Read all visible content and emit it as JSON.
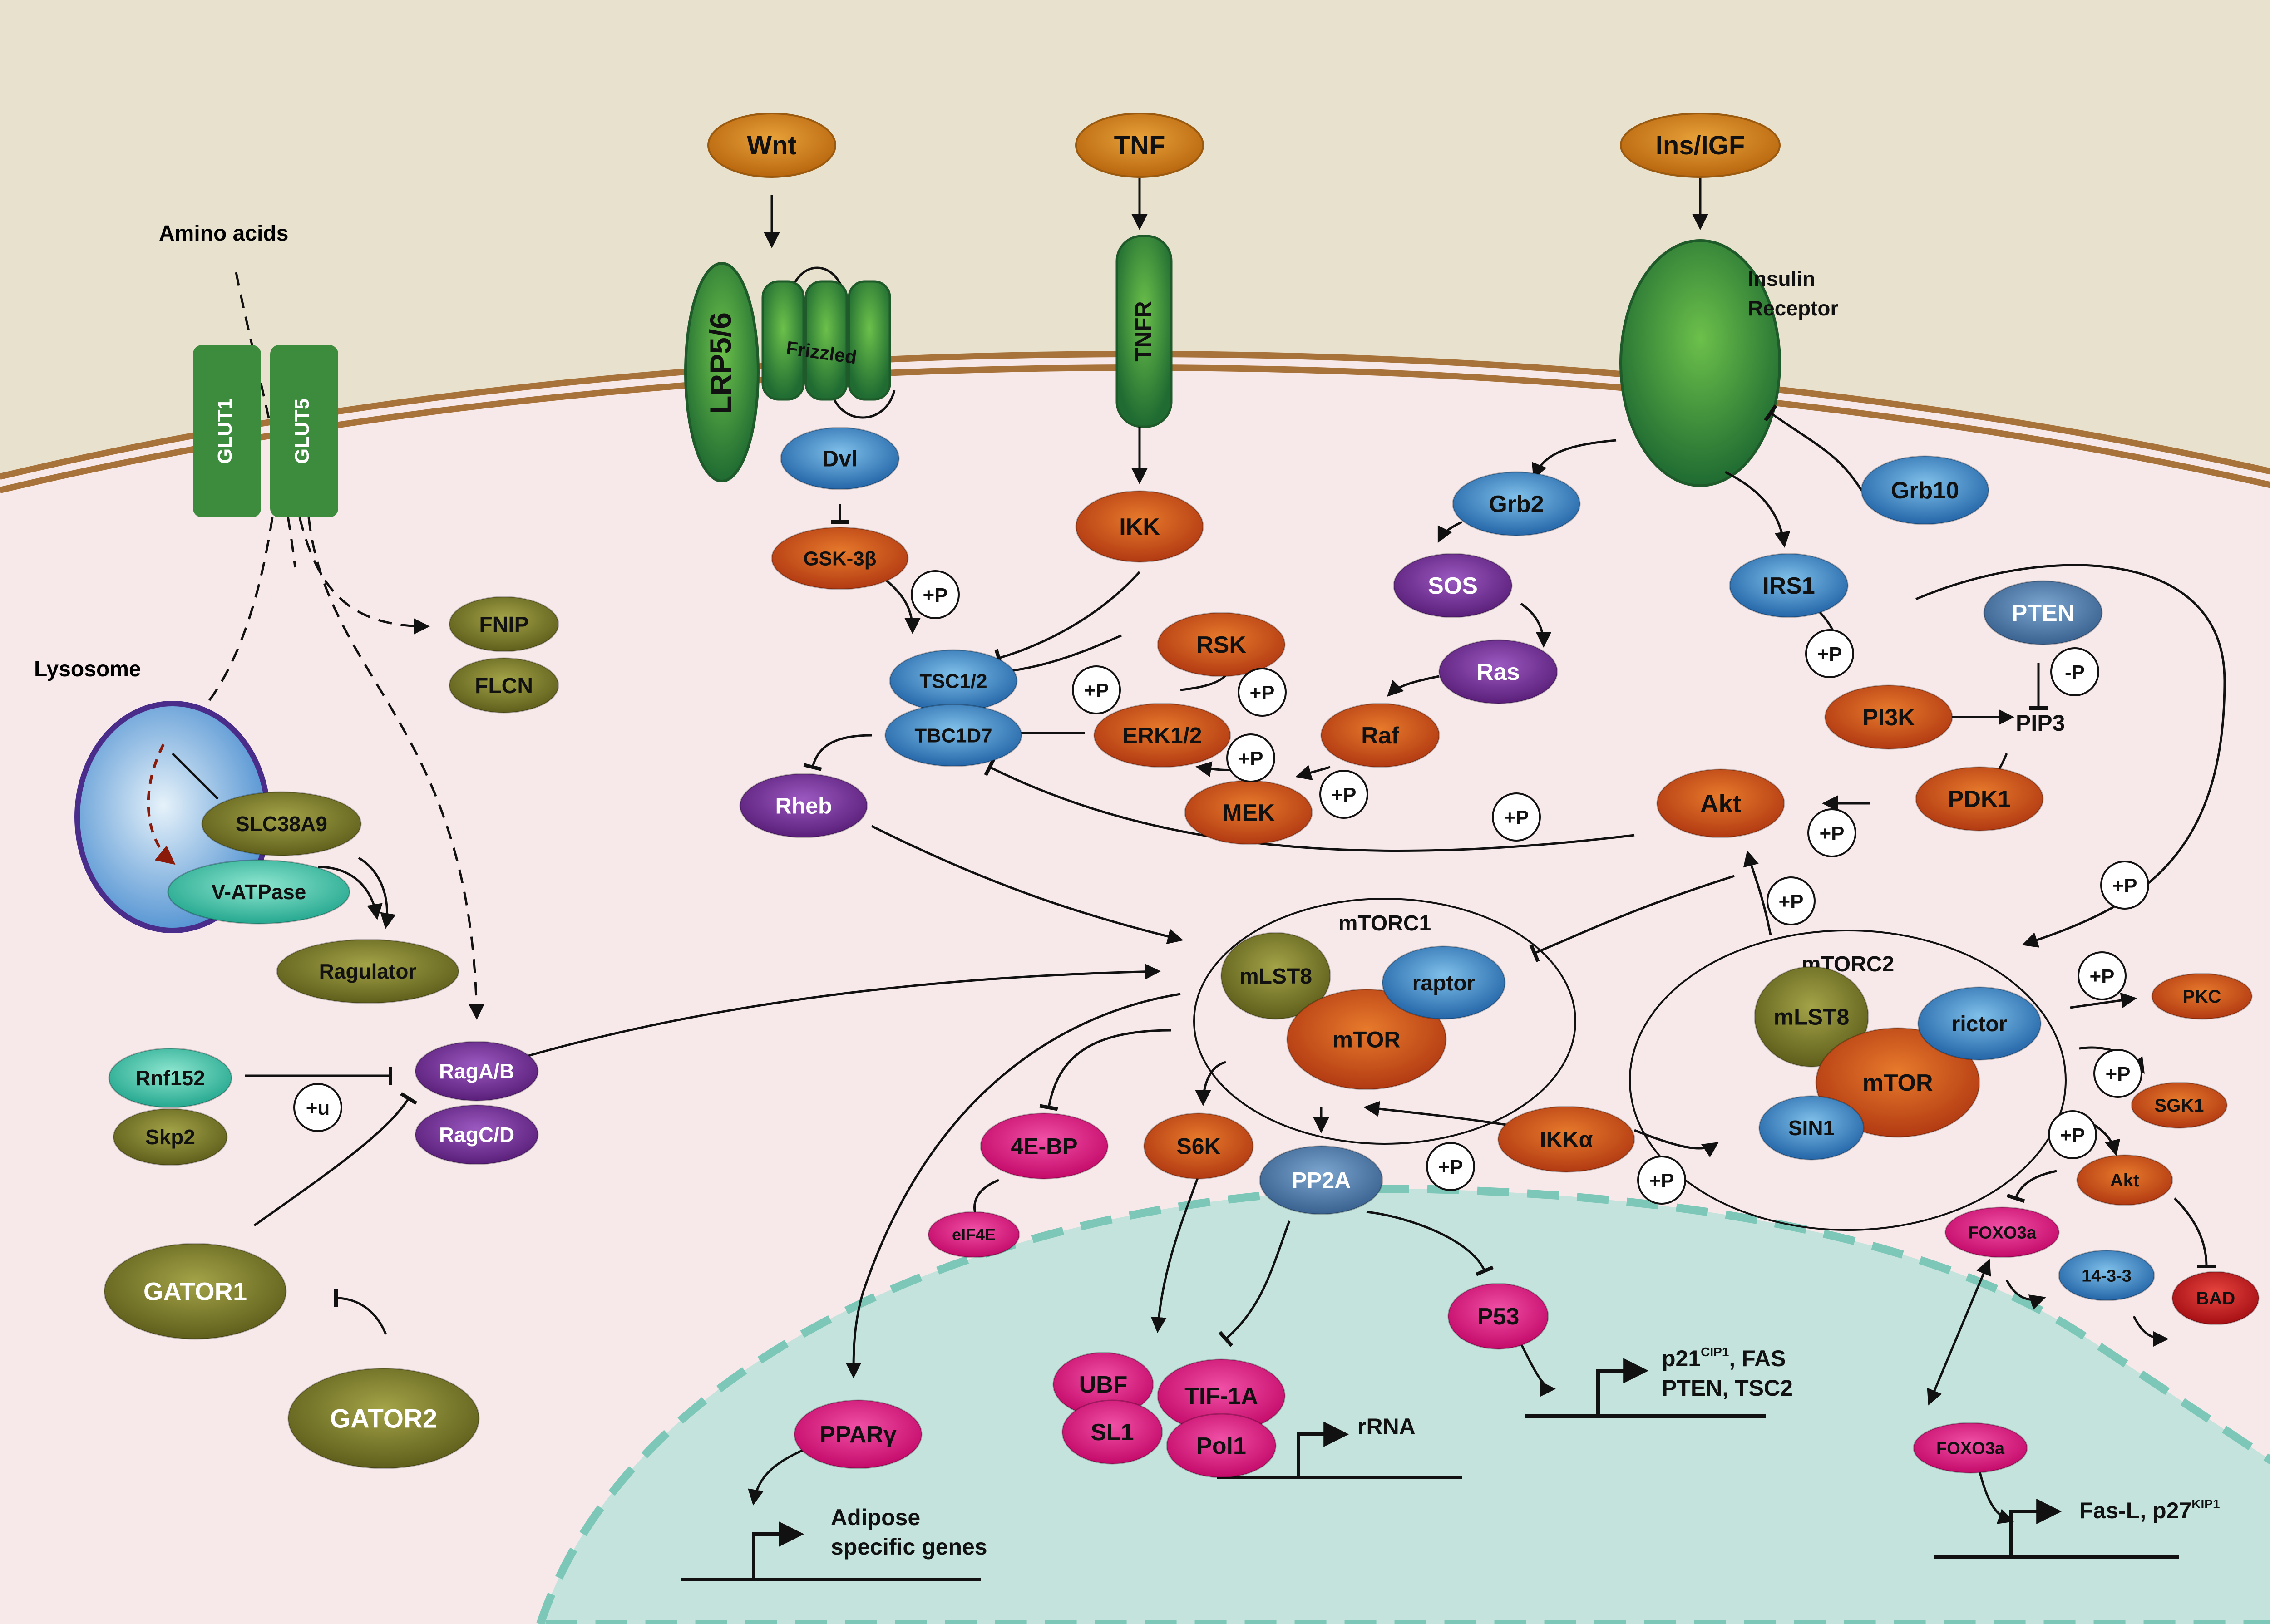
{
  "colors": {
    "extracellular": "#e8e1cd",
    "cytoplasm": "#f7e9ea",
    "nucleus": "#c3e3dc",
    "membrane": "#a8733b",
    "green": "#3d8b3d",
    "orange": "#c8761b",
    "red": "#c7461e",
    "blue": "#3f86c6",
    "purple": "#6e2b8c",
    "olive": "#7a7a2a",
    "magenta": "#e0147d",
    "teal": "#3cbfa4",
    "darkred": "#c0141a",
    "steel": "#4e7ba6"
  },
  "ligands": {
    "wnt": "Wnt",
    "tnf": "TNF",
    "ins": "Ins/IGF"
  },
  "receptors": {
    "lrp": "LRP5/6",
    "frizzled": "Frizzled",
    "tnfr": "TNFR",
    "insulin_receptor_line1": "Insulin",
    "insulin_receptor_line2": "Receptor",
    "glut1": "GLUT1",
    "glut5": "GLUT5"
  },
  "labels": {
    "amino_acids": "Amino acids",
    "lysosome": "Lysosome",
    "mtorc1": "mTORC1",
    "mtorc2": "mTORC2",
    "pip3": "PIP3",
    "rrna": "rRNA",
    "adipose_line1": "Adipose",
    "adipose_line2": "specific genes",
    "p21_line1_a": "p21",
    "p21_line1_sup": "CIP1",
    "p21_line1_b": ", FAS",
    "p21_line2": "PTEN, TSC2",
    "fasl_a": "Fas-L, p27",
    "fasl_sup": "KIP1"
  },
  "nodes": {
    "dvl": "Dvl",
    "gsk3b": "GSK-3β",
    "ikk": "IKK",
    "tsc12": "TSC1/2",
    "tbc1d7": "TBC1D7",
    "rsk": "RSK",
    "erk12": "ERK1/2",
    "mek": "MEK",
    "raf": "Raf",
    "ras": "Ras",
    "sos": "SOS",
    "grb2": "Grb2",
    "grb10": "Grb10",
    "irs1": "IRS1",
    "pten": "PTEN",
    "pi3k": "PI3K",
    "pdk1": "PDK1",
    "akt": "Akt",
    "rheb": "Rheb",
    "fnip": "FNIP",
    "flcn": "FLCN",
    "slc38a9": "SLC38A9",
    "vatpase": "V-ATPase",
    "ragulator": "Ragulator",
    "raga": "RagA/B",
    "ragc": "RagC/D",
    "rnf152": "Rnf152",
    "skp2": "Skp2",
    "gator1": "GATOR1",
    "gator2": "GATOR2",
    "mlst8_1": "mLST8",
    "mtor_1": "mTOR",
    "raptor": "raptor",
    "mlst8_2": "mLST8",
    "mtor_2": "mTOR",
    "rictor": "rictor",
    "sin1": "SIN1",
    "fourebp": "4E-BP",
    "eif4e": "eIF4E",
    "s6k": "S6K",
    "pp2a": "PP2A",
    "ikka": "IKKα",
    "pkc": "PKC",
    "sgk1": "SGK1",
    "akt2": "Akt",
    "foxo3a_1": "FOXO3a",
    "foxo3a_2": "FOXO3a",
    "p1433": "14-3-3",
    "bad": "BAD",
    "p53": "P53",
    "ubf": "UBF",
    "tif1a": "TIF-1A",
    "sl1": "SL1",
    "pol1": "Pol1",
    "ppary": "PPARγ"
  },
  "badges": {
    "plus_p": "+P",
    "minus_p": "-P",
    "plus_u": "+u"
  }
}
